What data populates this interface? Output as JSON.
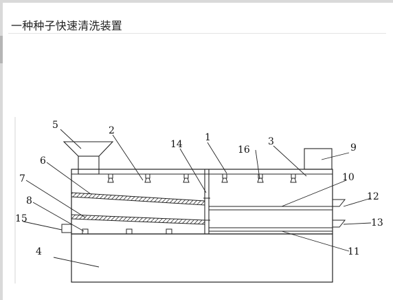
{
  "page": {
    "title": "一种种子快速清洗装置"
  },
  "figure": {
    "callouts": [
      "1",
      "2",
      "3",
      "4",
      "5",
      "6",
      "7",
      "8",
      "9",
      "10",
      "11",
      "12",
      "13",
      "14",
      "15",
      "16"
    ]
  }
}
